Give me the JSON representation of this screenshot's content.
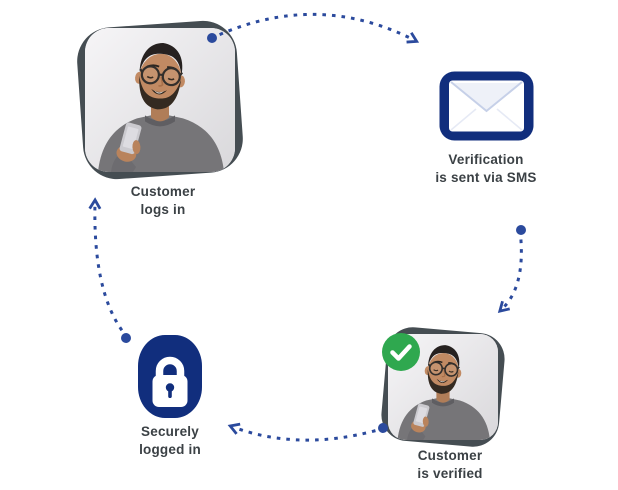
{
  "steps": {
    "login": {
      "line1": "Customer",
      "line2": "logs in"
    },
    "sms": {
      "line1": "Verification",
      "line2": "is sent via SMS"
    },
    "verified": {
      "line1": "Customer",
      "line2": "is verified"
    },
    "secure": {
      "line1": "Securely",
      "line2": "logged in"
    }
  },
  "icons": {
    "sms": "envelope-icon",
    "secure": "padlock-icon",
    "verified_badge": "check-icon",
    "connector": "dotted-arrow"
  },
  "colors": {
    "navy": "#112e7d",
    "dots": "#2b4a9d",
    "frame": "#454d52",
    "label": "#3b4145",
    "green": "#2fa84f"
  }
}
